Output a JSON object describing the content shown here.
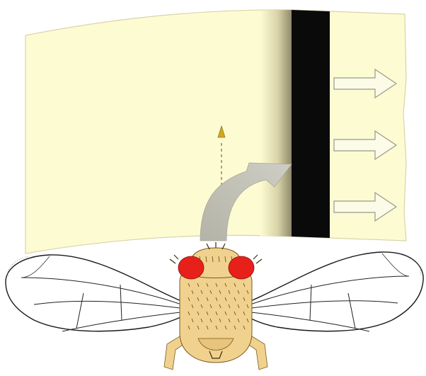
{
  "colors": {
    "screen": "#fdfbd2",
    "screen_edge": "#e9e6b8",
    "stripe": "#0a0a0a",
    "stripe_shadow": "#b9b38e",
    "arrow_fill": "#fbfbe8",
    "arrow_stroke": "#9a9a8a",
    "turn_arrow": "#b9b8ad",
    "floor": "#ffffff",
    "fly_body": "#f0d28e",
    "fly_eye": "#e8201a",
    "wing_stroke": "#1a1a1a",
    "trajectory": "#d4a818"
  },
  "motion_arrows": [
    {
      "name": "motion-arrow-top",
      "direction": "right"
    },
    {
      "name": "motion-arrow-middle",
      "direction": "right"
    },
    {
      "name": "motion-arrow-bottom",
      "direction": "right"
    }
  ],
  "icons": {
    "stripe": "vertical-stripe-icon",
    "turn": "curved-turn-arrow-icon",
    "heading": "heading-arrow-icon",
    "fly": "fruit-fly-icon"
  }
}
